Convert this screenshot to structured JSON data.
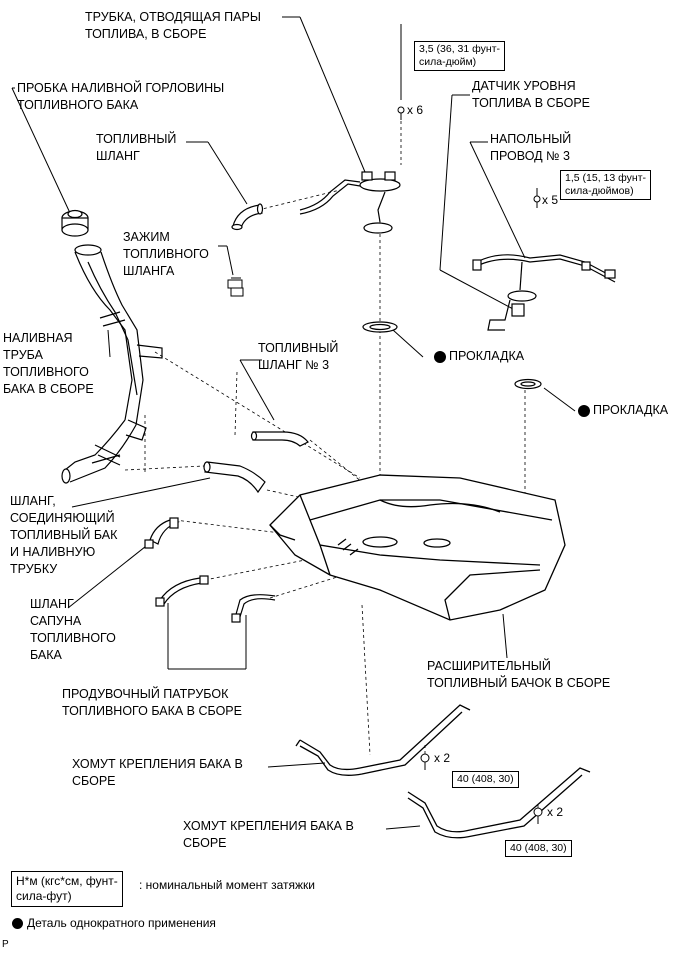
{
  "labels": {
    "vapor_tube": "ТРУБКА, ОТВОДЯЩАЯ ПАРЫ\nТОПЛИВА, В СБОРЕ",
    "filler_cap": "ПРОБКА НАЛИВНОЙ ГОРЛОВИНЫ\nТОПЛИВНОГО БАКА",
    "fuel_hose": "ТОПЛИВНЫЙ\nШЛАНГ",
    "hose_clamp": "ЗАЖИМ\nТОПЛИВНОГО\nШЛАНГА",
    "level_sensor": "ДАТЧИК УРОВНЯ\nТОПЛИВА В СБОРЕ",
    "floor_wire": "НАПОЛЬНЫЙ\nПРОВОД № 3",
    "filler_pipe": "НАЛИВНАЯ\nТРУБА\nТОПЛИВНОГО\nБАКА В СБОРЕ",
    "fuel_hose_3": "ТОПЛИВНЫЙ\nШЛАНГ № 3",
    "gasket_1": "ПРОКЛАДКА",
    "gasket_2": "ПРОКЛАДКА",
    "tank_hose": "ШЛАНГ,\nСОЕДИНЯЮЩИЙ\nТОПЛИВНЫЙ БАК\nИ НАЛИВНУЮ\nТРУБКУ",
    "breather_hose": "ШЛАНГ\nСАПУНА\nТОПЛИВНОГО\nБАКА",
    "expansion_tank": "РАСШИРИТЕЛЬНЫЙ\nТОПЛИВНЫЙ БАЧОК В СБОРЕ",
    "purge_pipe": "ПРОДУВОЧНЫЙ ПАТРУБОК\nТОПЛИВНОГО БАКА В СБОРЕ",
    "band_1": "ХОМУТ КРЕПЛЕНИЯ БАКА В\nСБОРЕ",
    "band_2": "ХОМУТ КРЕПЛЕНИЯ БАКА В\nСБОРЕ"
  },
  "torques": {
    "t1": "3,5 (36, 31 фунт-\nсила-дюйм)",
    "t2": "1,5 (15, 13 фунт-\nсила-дюймов)",
    "t3": "40 (408, 30)",
    "t4": "40 (408, 30)"
  },
  "quantities": {
    "q1": "x 6",
    "q2": "x 5",
    "q3": "x 2",
    "q4": "x 2"
  },
  "legend": {
    "unit_box": "Н*м (кгс*см, фунт-\nсила-фут)",
    "unit_desc": ": номинальный момент затяжки",
    "single_use": "Деталь однократного применения"
  },
  "corner_mark": "P"
}
